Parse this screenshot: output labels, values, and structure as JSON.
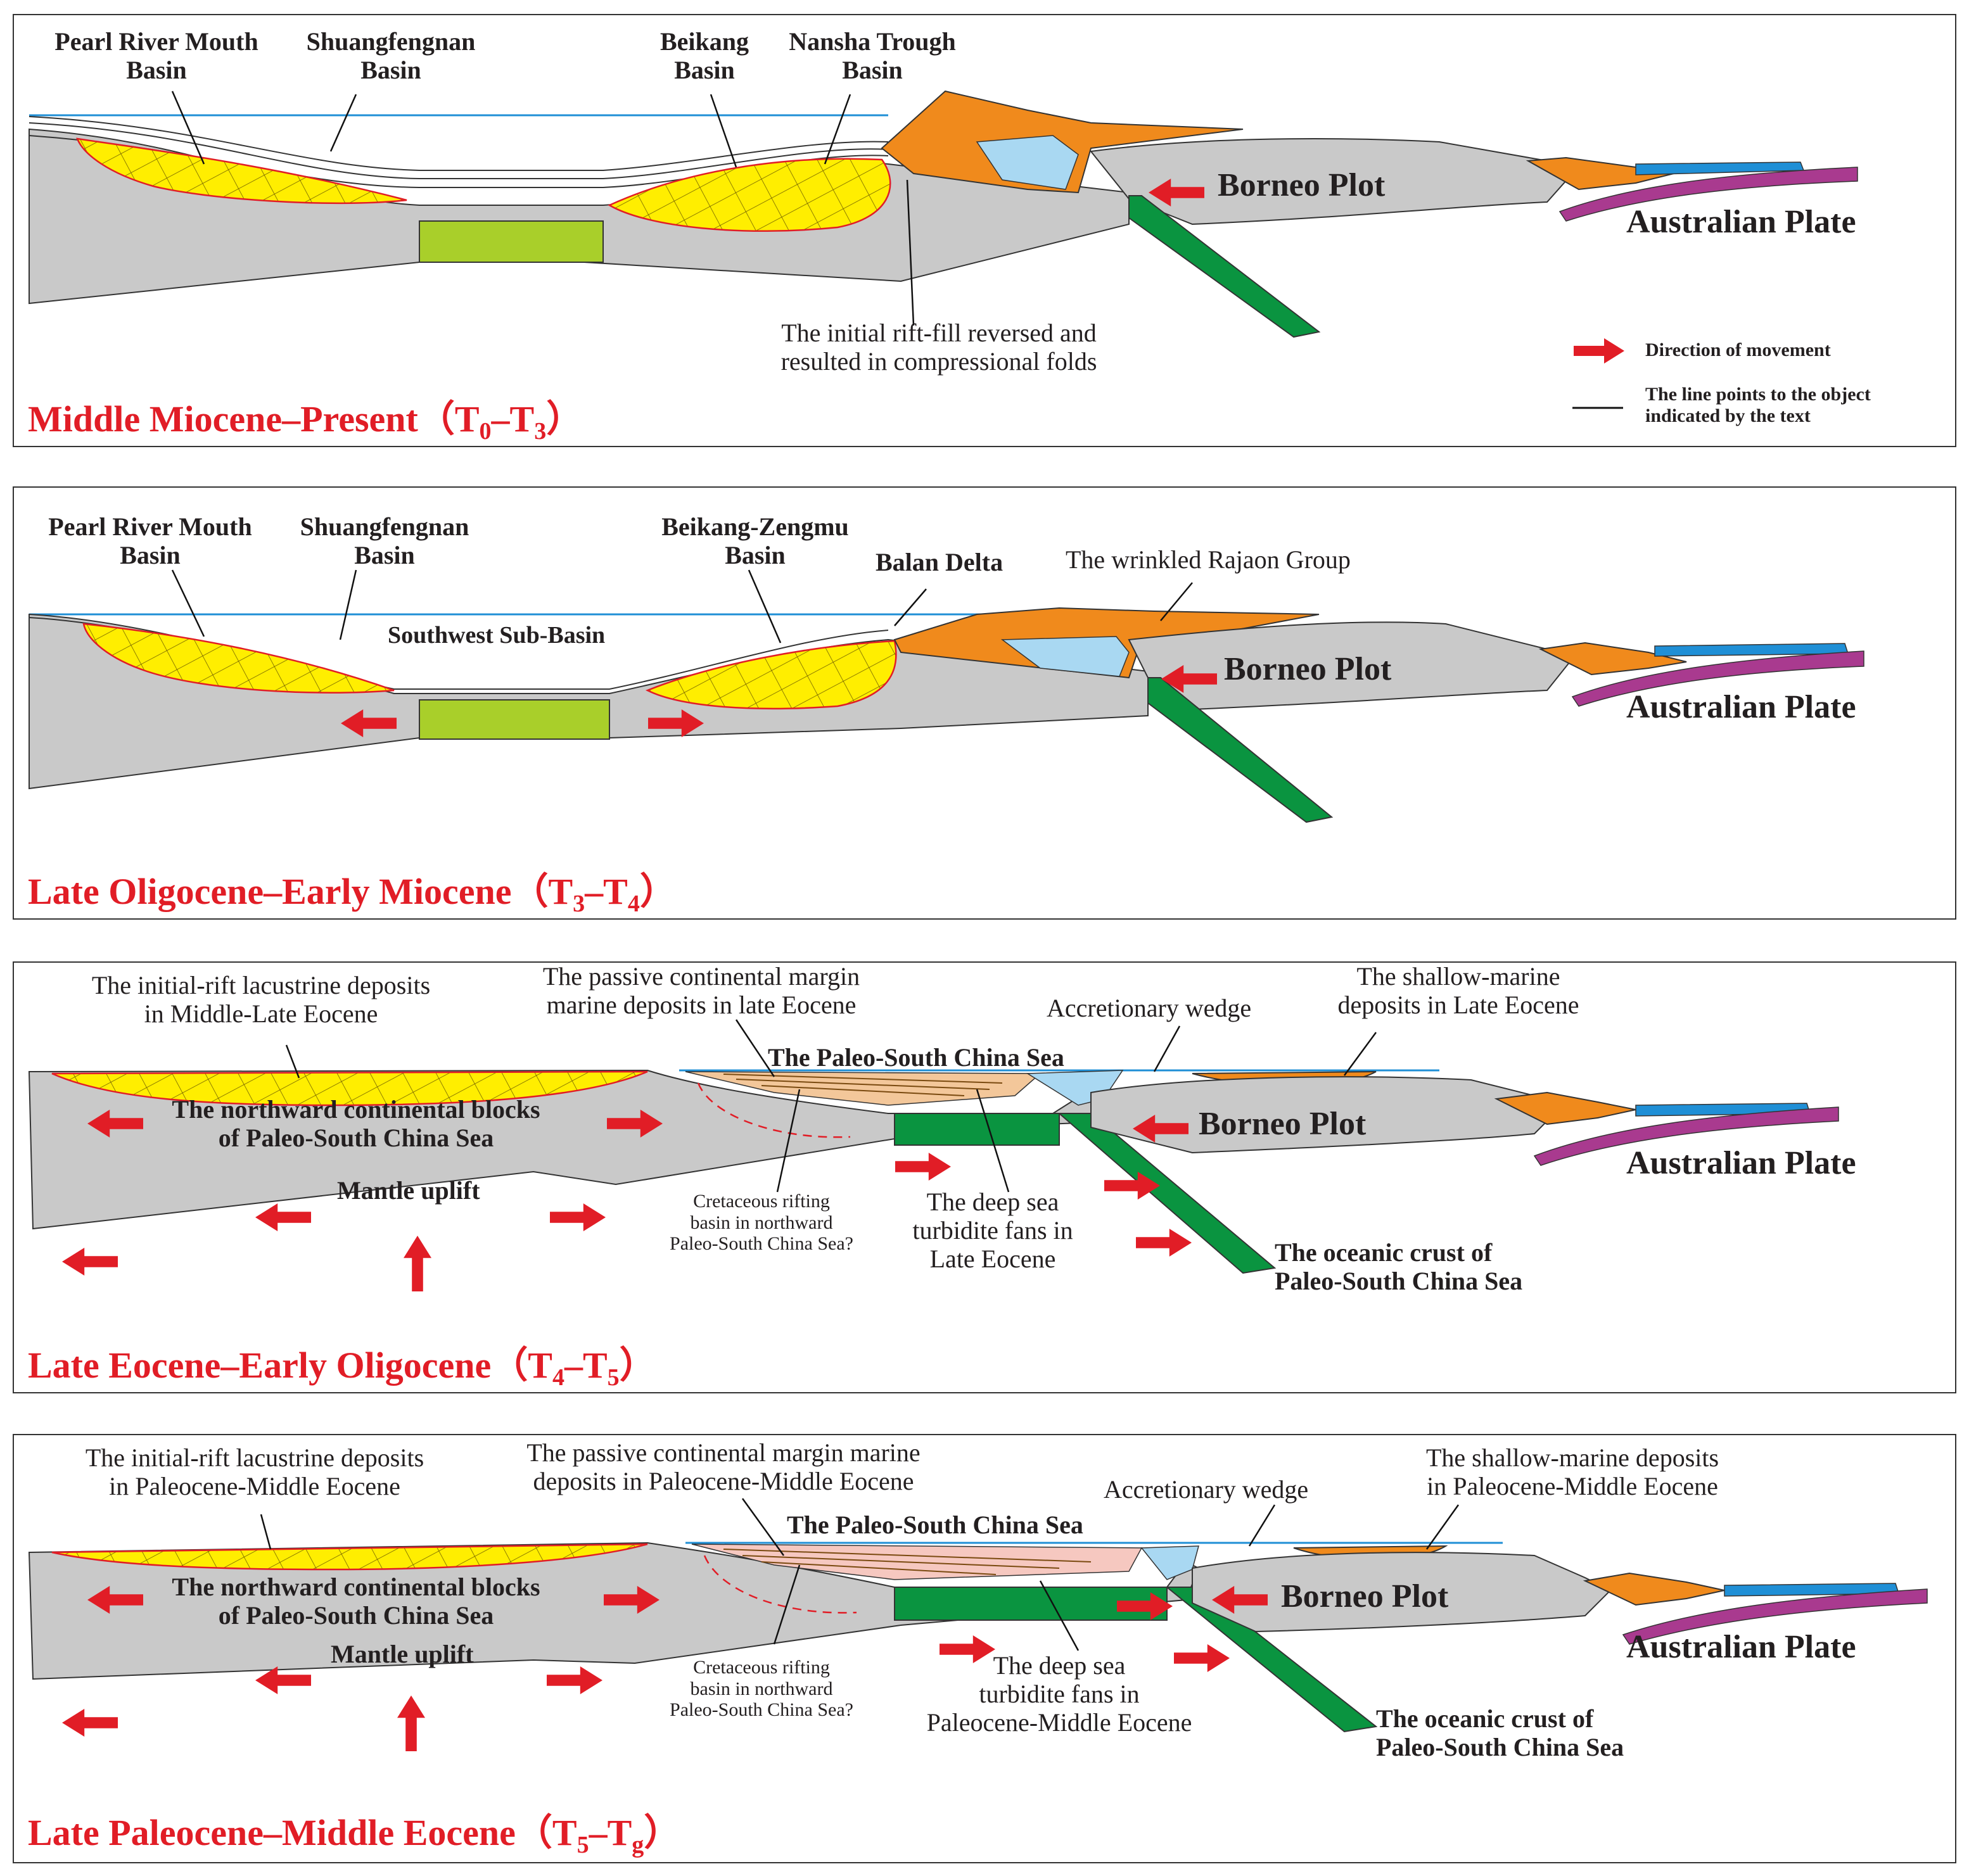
{
  "colors": {
    "crust_gray": "#c9c9c9",
    "rift_fill_yellow": "#ffee00",
    "oceanic_crust_green": "#0a9440",
    "spreading_center_green": "#a9cf2a",
    "wedge_orange": "#f08a1c",
    "shallow_marine_blue": "#a9d8f2",
    "australian_blue": "#1f8fd6",
    "australian_purple": "#a93a8f",
    "arrow_red": "#e11d26",
    "sea_level_blue": "#1f8fd6",
    "fault_red": "#e11d26",
    "title_red": "#e11d26"
  },
  "legend": {
    "arrow_label": "Direction of movement",
    "line_label_1": "The line points to the object",
    "line_label_2": "indicated by the text",
    "arrow_icon": "red-arrow-icon",
    "line_icon": "pointer-line-icon"
  },
  "panel1": {
    "title_main": "Middle Miocene–Present（T",
    "title_sub_a": "0",
    "title_mid": "–T",
    "title_sub_b": "3",
    "title_end": "）",
    "pearl_1": "Pearl River Mouth",
    "pearl_2": "Basin",
    "shuang_1": "Shuangfengnan",
    "shuang_2": "Basin",
    "beikang_1": "Beikang",
    "beikang_2": "Basin",
    "nansha_1": "Nansha Trough",
    "nansha_2": "Basin",
    "borneo": "Borneo Plot",
    "australian": "Australian Plate",
    "rift_note_1": "The initial rift-fill reversed and",
    "rift_note_2": "resulted in compressional folds"
  },
  "panel2": {
    "title_main": "Late Oligocene–Early Miocene（T",
    "title_sub_a": "3",
    "title_mid": "–T",
    "title_sub_b": "4",
    "title_end": "）",
    "pearl_1": "Pearl River Mouth",
    "pearl_2": "Basin",
    "shuang_1": "Shuangfengnan",
    "shuang_2": "Basin",
    "beikang_1": "Beikang-Zengmu",
    "beikang_2": "Basin",
    "balan": "Balan Delta",
    "rajaon": "The wrinkled Rajaon Group",
    "southwest": "Southwest Sub-Basin",
    "borneo": "Borneo Plot",
    "australian": "Australian Plate"
  },
  "panel3": {
    "title_main": "Late Eocene–Early Oligocene（T",
    "title_sub_a": "4",
    "title_mid": "–T",
    "title_sub_b": "5",
    "title_end": "）",
    "lacustrine_1": "The initial-rift lacustrine deposits",
    "lacustrine_2": "in Middle-Late Eocene",
    "passive_1": "The passive continental margin",
    "passive_2": "marine deposits in late Eocene",
    "accretionary": "Accretionary wedge",
    "shallow_1": "The shallow-marine",
    "shallow_2": "deposits in Late Eocene",
    "paleo_sea": "The Paleo-South China Sea",
    "blocks_1": "The northward continental blocks",
    "blocks_2": "of Paleo-South China Sea",
    "mantle": "Mantle uplift",
    "cret_1": "Cretaceous rifting",
    "cret_2": "basin in northward",
    "cret_3": "Paleo-South China Sea?",
    "turb_1": "The deep sea",
    "turb_2": "turbidite fans in",
    "turb_3": "Late Eocene",
    "oceanic_1": "The oceanic crust of",
    "oceanic_2": "Paleo-South China Sea",
    "borneo": "Borneo Plot",
    "australian": "Australian Plate"
  },
  "panel4": {
    "title_main": "Late Paleocene–Middle Eocene（T",
    "title_sub_a": "5",
    "title_mid": "–T",
    "title_sub_b": "g",
    "title_end": "）",
    "lacustrine_1": "The initial-rift lacustrine deposits",
    "lacustrine_2": "in Paleocene-Middle Eocene",
    "passive_1": "The passive continental margin marine",
    "passive_2": "deposits in Paleocene-Middle Eocene",
    "accretionary": "Accretionary wedge",
    "shallow_1": "The shallow-marine deposits",
    "shallow_2": "in Paleocene-Middle Eocene",
    "paleo_sea": "The Paleo-South China Sea",
    "blocks_1": "The northward continental blocks",
    "blocks_2": "of Paleo-South China Sea",
    "mantle": "Mantle uplift",
    "cret_1": "Cretaceous rifting",
    "cret_2": "basin in northward",
    "cret_3": "Paleo-South China Sea?",
    "turb_1": "The deep sea",
    "turb_2": "turbidite fans in",
    "turb_3": "Paleocene-Middle Eocene",
    "oceanic_1": "The oceanic crust of",
    "oceanic_2": "Paleo-South China Sea",
    "borneo": "Borneo Plot",
    "australian": "Australian Plate"
  }
}
